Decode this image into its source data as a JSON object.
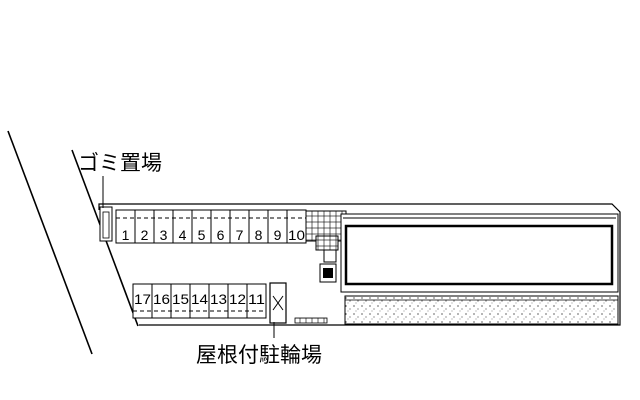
{
  "labels": {
    "garbage_area": "ゴミ置場",
    "covered_bicycle_parking": "屋根付駐輪場"
  },
  "parking_upper": [
    "1",
    "2",
    "3",
    "4",
    "5",
    "6",
    "7",
    "8",
    "9",
    "10"
  ],
  "parking_lower": [
    "17",
    "16",
    "15",
    "14",
    "13",
    "12",
    "11"
  ],
  "colors": {
    "line": "#000000",
    "background": "#ffffff",
    "gravel_dot": "#000000"
  }
}
